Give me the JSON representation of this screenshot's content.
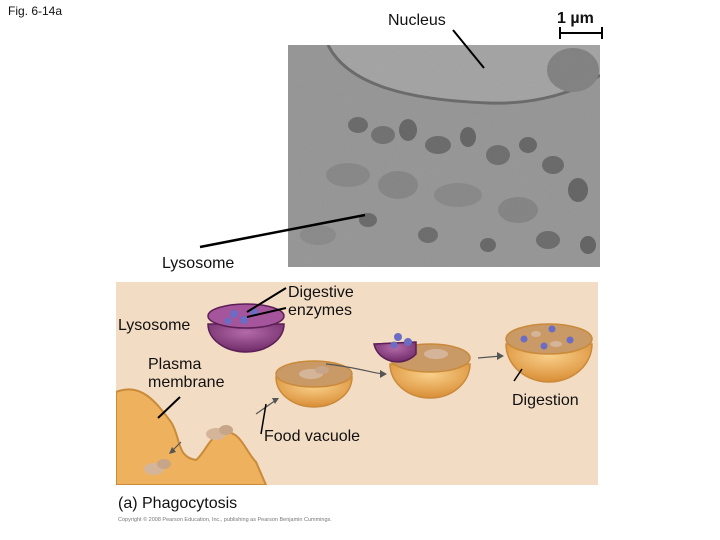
{
  "figure_label": "Fig. 6-14a",
  "labels": {
    "nucleus": "Nucleus",
    "scale_bar": "1 µm",
    "lysosome_micrograph": "Lysosome",
    "lysosome_diagram": "Lysosome",
    "digestive_enzymes_line1": "Digestive",
    "digestive_enzymes_line2": "enzymes",
    "plasma_membrane_line1": "Plasma",
    "plasma_membrane_line2": "membrane",
    "digestion": "Digestion",
    "food_vacuole": "Food vacuole",
    "panel_caption": "(a) Phagocytosis"
  },
  "copyright": "Copyright © 2008 Pearson Education, Inc., publishing as Pearson Benjamin Cummings.",
  "colors": {
    "diagram_background": "#f3dcc4",
    "cell_orange": "#eeb15e",
    "vacuole_inside": "#c99966",
    "lysosome_purple": "#8e3f86",
    "enzyme_blue": "#6b6cc4",
    "micrograph_gray": "#8a8a8a"
  }
}
